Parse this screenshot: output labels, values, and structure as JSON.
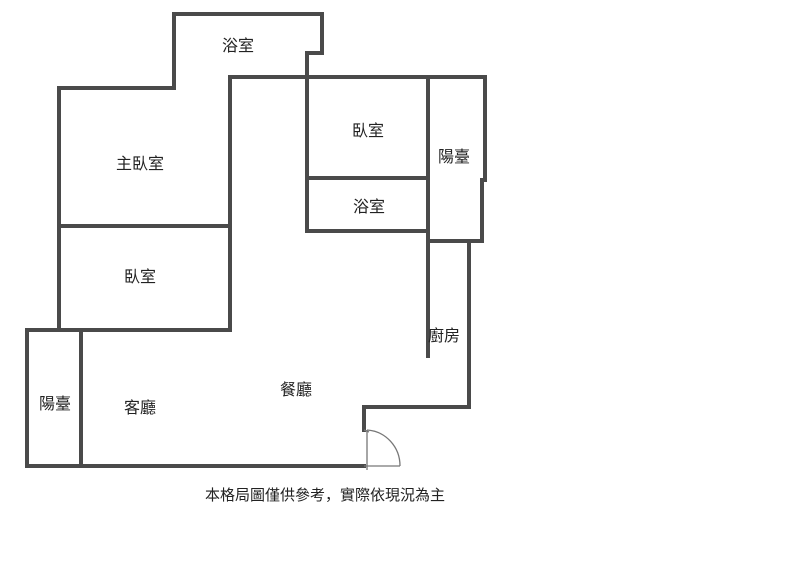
{
  "floorplan": {
    "rooms": {
      "bath_top": "浴室",
      "master_bedroom": "主臥室",
      "bedroom_right": "臥室",
      "balcony_right": "陽臺",
      "bath_mid": "浴室",
      "bedroom_left": "臥室",
      "kitchen": "廚房",
      "dining": "餐廳",
      "balcony_left": "陽臺",
      "living": "客廳"
    },
    "note": "本格局圖僅供參考，實際依現況為主"
  }
}
